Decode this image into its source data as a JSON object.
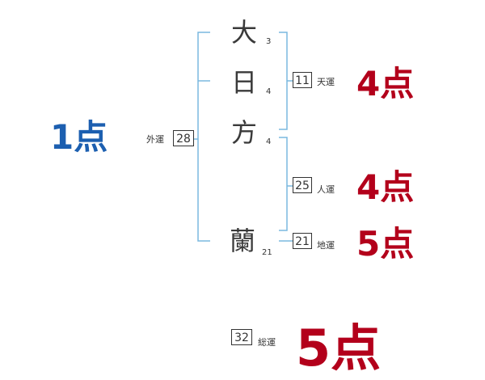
{
  "name_chars": [
    {
      "char": "大",
      "strokes": "3"
    },
    {
      "char": "日",
      "strokes": "4"
    },
    {
      "char": "方",
      "strokes": "4"
    },
    {
      "char": "蘭",
      "strokes": "21"
    }
  ],
  "fortunes": {
    "gaiun": {
      "value": "28",
      "label": "外運",
      "score": "1点"
    },
    "tenun": {
      "value": "11",
      "label": "天運",
      "score": "4点"
    },
    "jinun": {
      "value": "25",
      "label": "人運",
      "score": "4点"
    },
    "chiun": {
      "value": "21",
      "label": "地運",
      "score": "5点"
    },
    "souun": {
      "value": "32",
      "label": "総運",
      "score": "5点"
    }
  },
  "colors": {
    "bracket": "#7ab8df",
    "score_red": "#b3001b",
    "score_blue": "#1c5fb0"
  }
}
